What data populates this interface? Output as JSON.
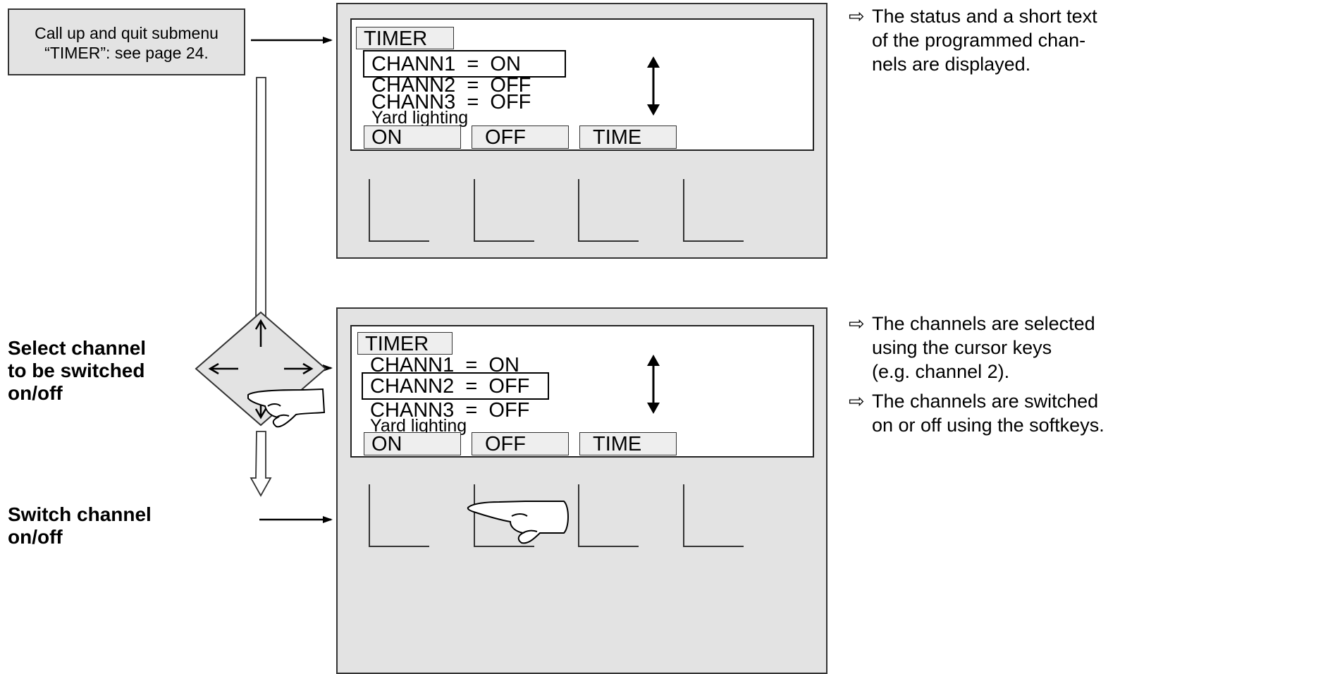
{
  "start_box": {
    "line1": "Call up and quit submenu",
    "line2": "“TIMER”: see page 24."
  },
  "panel_top": {
    "title": "TIMER",
    "rows": [
      "CHANN1  =  ON",
      "CHANN2  =  OFF",
      "CHANN3  =  OFF"
    ],
    "caption": "Yard lighting",
    "softkeys": [
      "ON",
      "OFF",
      "TIME"
    ]
  },
  "panel_bottom": {
    "title": "TIMER",
    "rows": [
      "CHANN1  =  ON",
      "CHANN2  =  OFF",
      "CHANN3  =  OFF"
    ],
    "caption": "Yard lighting",
    "softkeys": [
      "ON",
      "OFF",
      "TIME"
    ]
  },
  "notes": {
    "top": {
      "line1": "The status and a short text",
      "line2": "of the programmed chan-",
      "line3": "nels are displayed."
    },
    "select": {
      "line1": "The channels are selected",
      "line2": "using the cursor keys",
      "line3": "(e.g. channel 2)."
    },
    "switch": {
      "line1": "The channels are switched",
      "line2": "on or off using the softkeys."
    }
  },
  "labels": {
    "select": {
      "line1": "Select channel",
      "line2": "to be switched",
      "line3": "on/off"
    },
    "switch": {
      "line1": "Switch channel",
      "line2": "on/off"
    }
  },
  "icons": [
    "note-arrow-icon",
    "pointing-hand-icon",
    "cursor-pad-icon",
    "double-arrow-icon"
  ]
}
